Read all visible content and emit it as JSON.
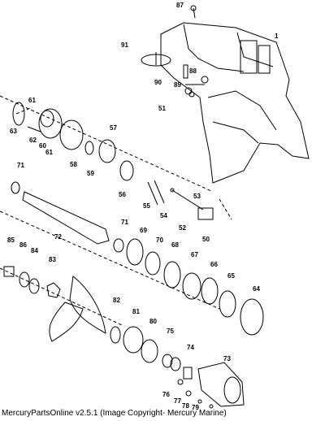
{
  "caption": "MercuryPartsOnline v2.5.1 (Image Copyright- Mercury Marine)",
  "labels": [
    "87",
    "1",
    "91",
    "88",
    "90",
    "89",
    "51",
    "61",
    "63",
    "62",
    "60",
    "61",
    "58",
    "59",
    "57",
    "56",
    "55",
    "54",
    "53",
    "52",
    "50",
    "71",
    "72",
    "71",
    "69",
    "70",
    "68",
    "67",
    "66",
    "65",
    "64",
    "85",
    "86",
    "84",
    "83",
    "82",
    "81",
    "80",
    "75",
    "74",
    "73",
    "76",
    "77",
    "78",
    "79"
  ]
}
